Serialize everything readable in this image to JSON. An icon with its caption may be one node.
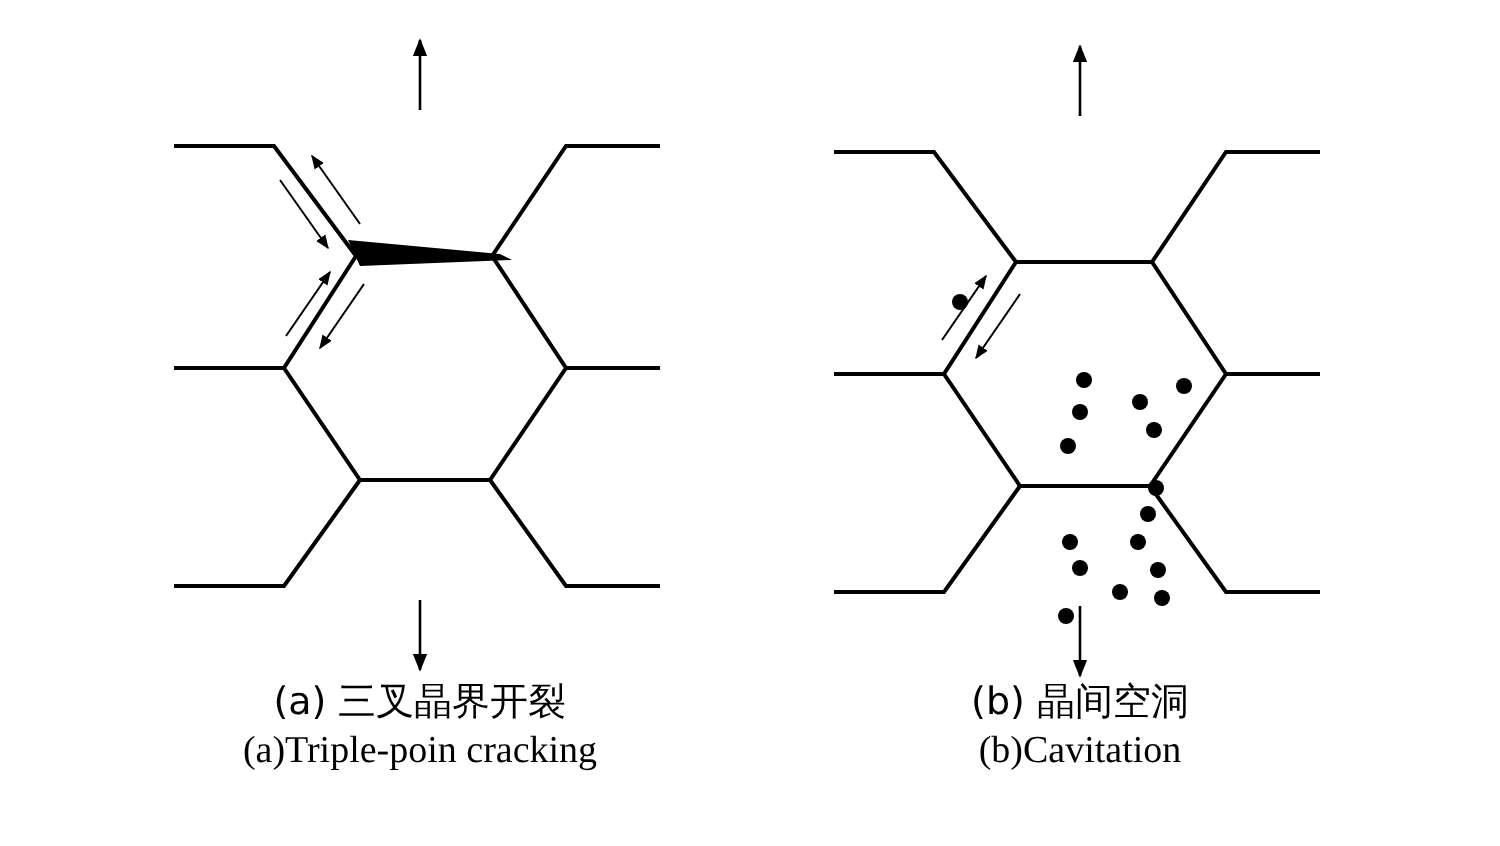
{
  "diagram": {
    "labels": [
      "(a) 三叉晶界开裂",
      "(a)Triple-poin cracking",
      "(b) 晶间空洞",
      "(b)Cavitation"
    ]
  }
}
